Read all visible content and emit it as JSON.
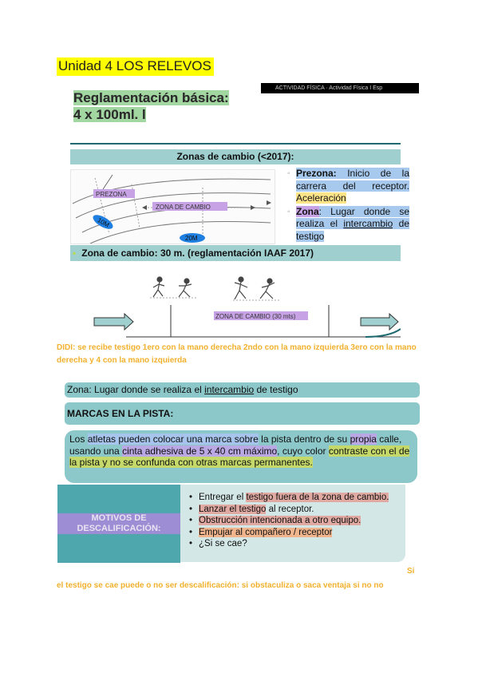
{
  "title": "Unidad 4 LOS RELEVOS",
  "banner": "ACTIVIDAD FÍSICA · Actividad Física I Esp",
  "reglamentacion": {
    "line1": "Reglamentación básica:",
    "line2": "4 x 100ml. l"
  },
  "zonas_header": "Zonas de cambio (<2017):",
  "diagram_labels": {
    "prezona": "PREZONA",
    "zona_cambio": "ZONA DE CAMBIO",
    "m10": "10M",
    "m20": "20M"
  },
  "definitions": {
    "prezona_term": "Prezona:",
    "prezona_text": " Inicio de la carrera del receptor.",
    "prezona_extra": "Aceleración",
    "zona_term": "Zona",
    "zona_text1": ": Lugar donde se realiza el ",
    "zona_text2": "intercambio",
    "zona_text3": " de testigo"
  },
  "zona30": "Zona de cambio: 30 m. (reglamentación IAAF 2017)",
  "track_label": "ZONA DE CAMBIO (30 mts)",
  "didi": "DIDI: se recibe testigo 1ero con la mano derecha 2ndo con la mano izquierda 3ero con la mano derecha y 4 con la mano izquierda",
  "zona_box": {
    "term": "Zona:",
    "t1": " Lugar donde se realiza el ",
    "t2": "intercambio",
    "t3": " de testigo"
  },
  "marcas": "MARCAS EN LA PISTA:",
  "atletas": {
    "p1": "Los ",
    "p2": "atletas pueden colocar una marca sobre",
    "p3": " la pista dentro de su ",
    "p4": "propia",
    "p5": "calle, usando una ",
    "p6": "cinta adhesiva de 5 x 40 cm máximo",
    "p7": ", cuyo color ",
    "p8": "contraste con el de la pista y no se confunda con otras marcas permanentes."
  },
  "motivos_title": "MOTIVOS DE DESCALIFICACIÓN:",
  "motivos": {
    "i1a": "Entregar el ",
    "i1b": "testigo fuera de la zona de cambio.",
    "i2a": "Lanzar el testigo",
    "i2b": " al receptor.",
    "i3": "Obstrucción intencionada a otro equipo.",
    "i4a": "Empujar al compañero / receptor",
    "i5": "¿Si se cae?"
  },
  "si": "Si",
  "el_testigo": "el testigo se cae puede o no ser descalificación: si obstaculiza o saca ventaja si no no"
}
